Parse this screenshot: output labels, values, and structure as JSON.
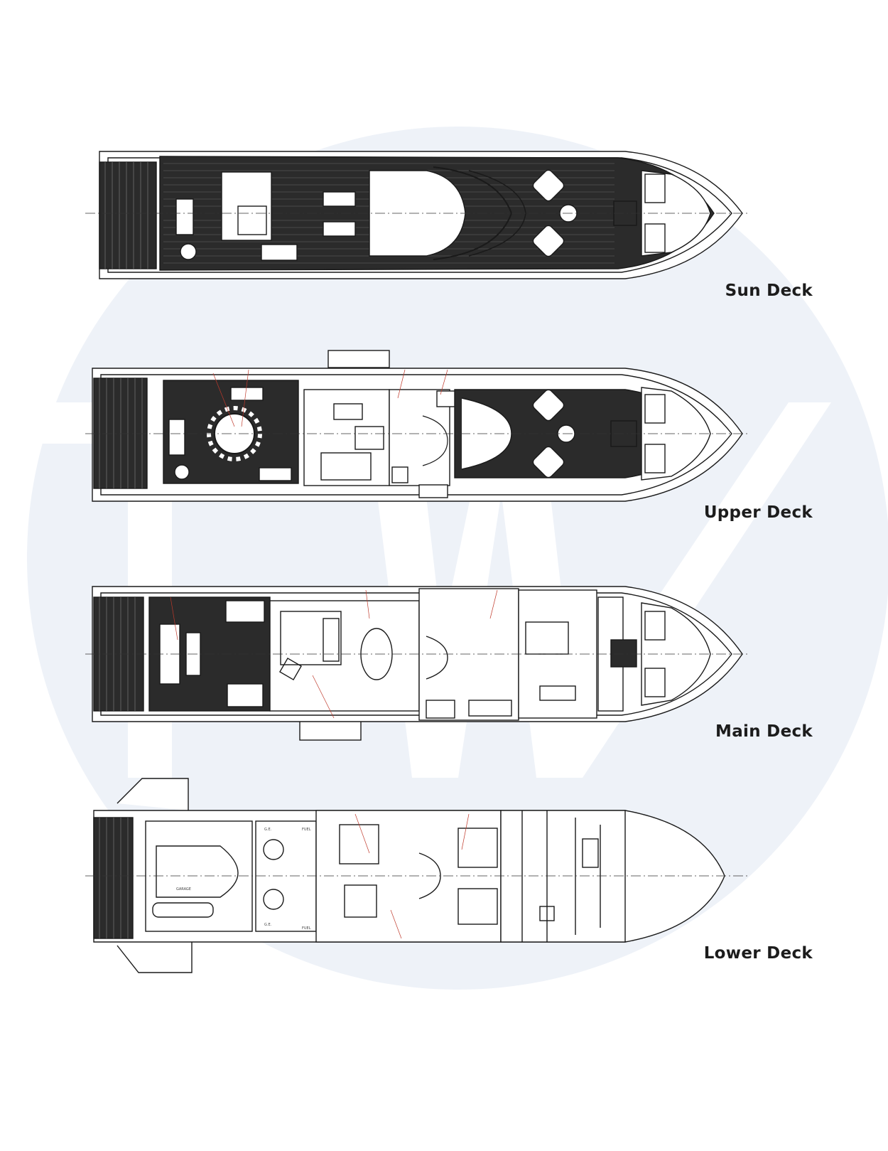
{
  "watermark": {
    "letters": "TW",
    "circle_color": "#eef2f8",
    "letter_color": "#ffffff"
  },
  "colors": {
    "line": "#1a1a1a",
    "deck_fill": "#2b2b2b",
    "hull_fill": "#ffffff",
    "accent_red": "#c0392b"
  },
  "decks": [
    {
      "id": "sun",
      "label": "Sun Deck",
      "icon": "sun-deck-plan"
    },
    {
      "id": "upper",
      "label": "Upper Deck",
      "icon": "upper-deck-plan"
    },
    {
      "id": "main",
      "label": "Main Deck",
      "icon": "main-deck-plan"
    },
    {
      "id": "lower",
      "label": "Lower Deck",
      "icon": "lower-deck-plan"
    }
  ],
  "lower_deck_room_labels": [
    "G.E.",
    "FUEL",
    "GARAGE",
    "G.E.",
    "FUEL"
  ]
}
